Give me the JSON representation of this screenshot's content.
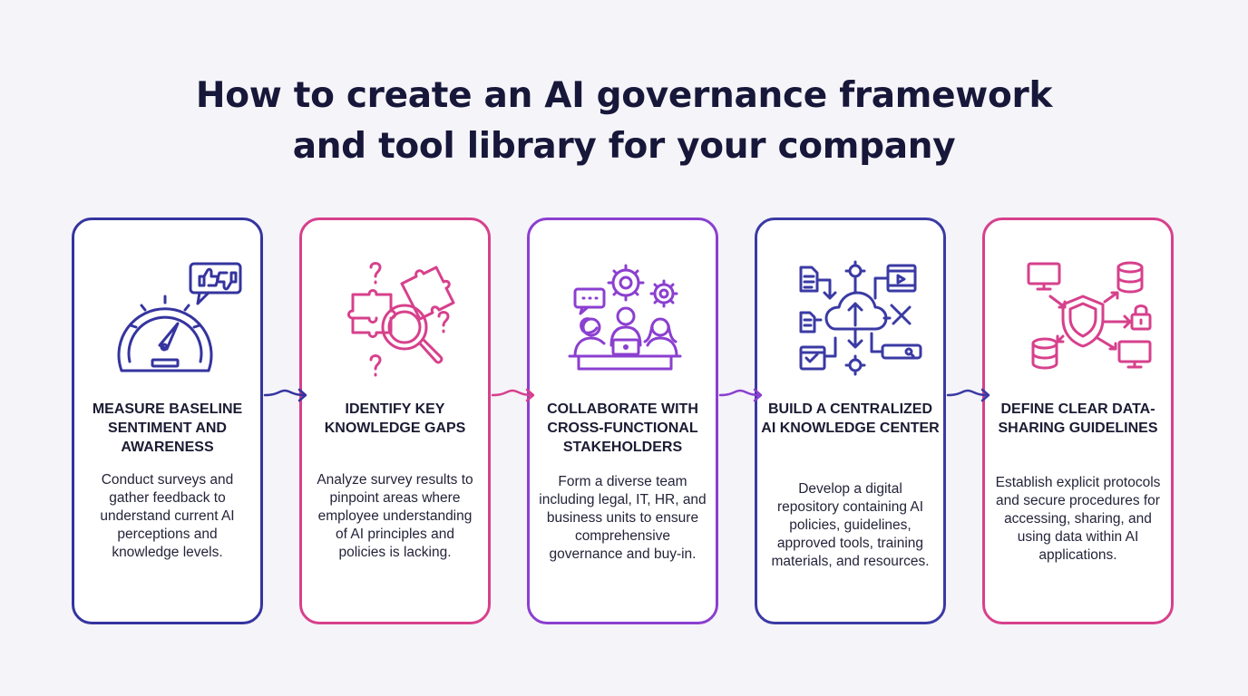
{
  "title": {
    "line1": "How to create an AI governance framework",
    "line2": "and tool library for your company"
  },
  "colors": {
    "navy": "#35349f",
    "pink": "#d7408c",
    "purple": "#8b3fd0",
    "text": "#17173a",
    "background": "#f5f4f9"
  },
  "steps": [
    {
      "heading": "MEASURE BASELINE SENTIMENT AND AWARENESS",
      "description": "Conduct surveys and gather feedback to understand current AI perceptions and knowledge levels.",
      "icon": "speedometer-feedback-icon",
      "color": "#35349f"
    },
    {
      "heading": "IDENTIFY KEY KNOWLEDGE GAPS",
      "description": "Analyze survey results to pinpoint areas where employee understanding of AI principles and policies is lacking.",
      "icon": "puzzle-magnifier-icon",
      "color": "#d7408c"
    },
    {
      "heading": "COLLABORATE WITH CROSS-FUNCTIONAL STAKEHOLDERS",
      "description": "Form a diverse team including legal, IT, HR, and business units to ensure comprehensive governance and buy-in.",
      "icon": "team-gears-icon",
      "color": "#8b3fd0"
    },
    {
      "heading": "BUILD A CENTRALIZED AI KNOWLEDGE CENTER",
      "description": "Develop a digital repository containing AI policies, guidelines, approved tools, training materials, and resources.",
      "icon": "cloud-hub-icon",
      "color": "#3a3aa4"
    },
    {
      "heading": "DEFINE CLEAR DATA-SHARING GUIDELINES",
      "description": "Establish explicit protocols and secure procedures for accessing, sharing, and using data within AI applications.",
      "icon": "shield-data-network-icon",
      "color": "#d7408c"
    }
  ]
}
